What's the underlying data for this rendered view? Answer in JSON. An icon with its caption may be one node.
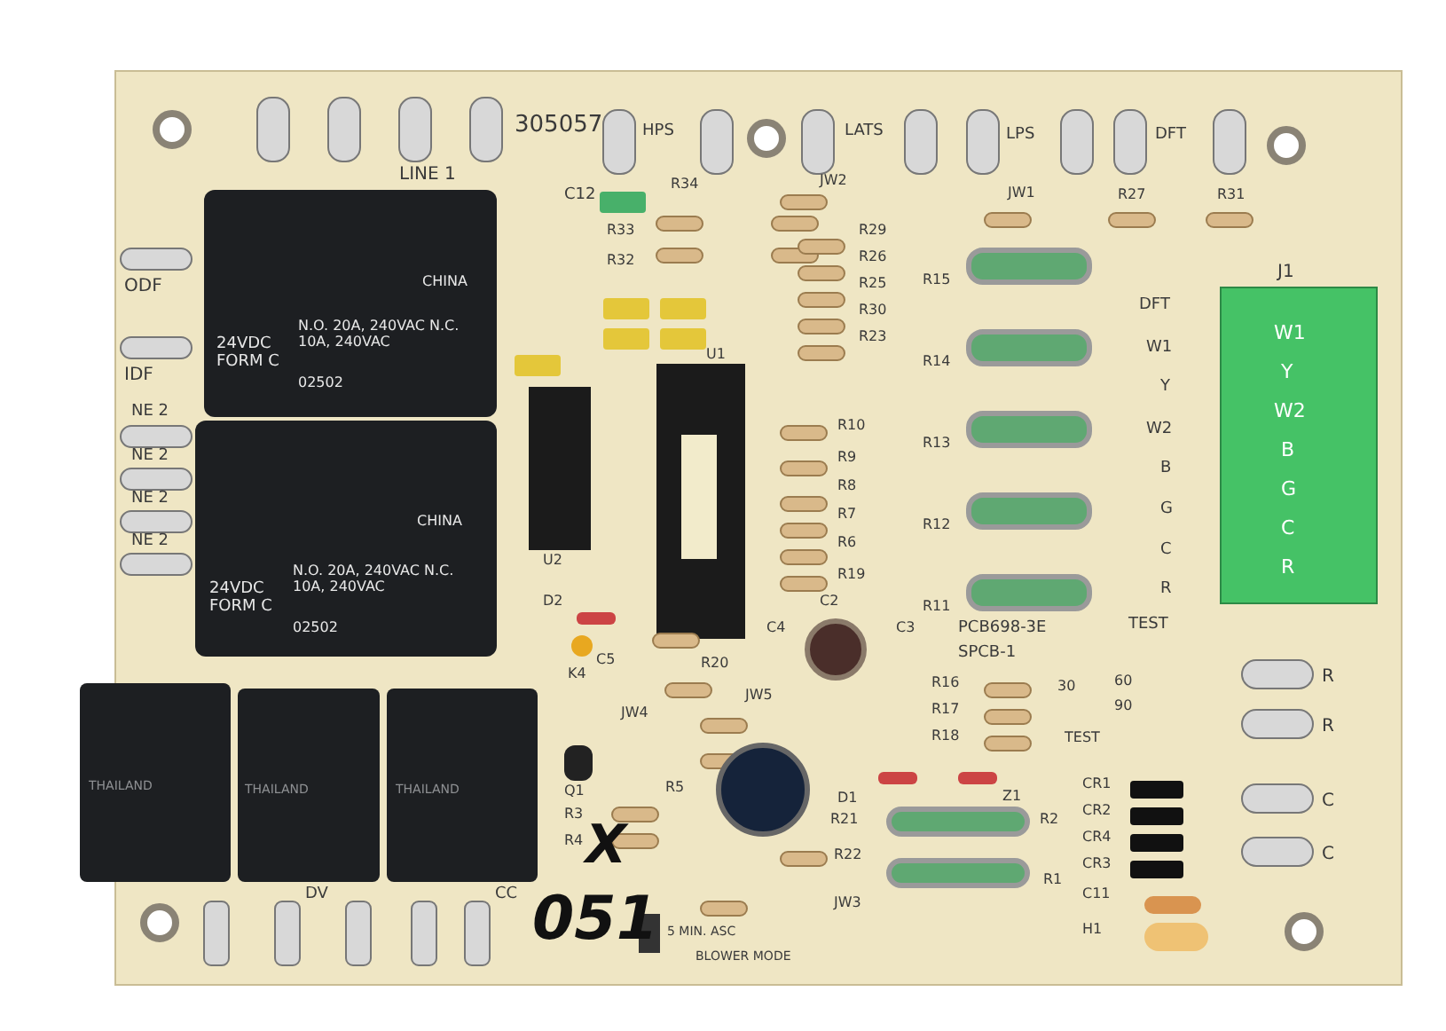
{
  "diagram": {
    "labels": [
      "305057",
      "HPS",
      "LATS",
      "LPS",
      "DFT",
      "LINE 1",
      "C12",
      "R34",
      "R33",
      "R32",
      "R29",
      "R26",
      "R25",
      "R30",
      "R23",
      "JW2",
      "JW1",
      "R27",
      "R31",
      "ODF",
      "IDF",
      "U1",
      "J1",
      "R15",
      "R14",
      "R13",
      "R12",
      "R11",
      "DFT",
      "W1",
      "Y",
      "W2",
      "B",
      "G",
      "C",
      "R",
      "TEST",
      "R",
      "C",
      "G",
      "B",
      "W2",
      "Y",
      "W1",
      "24VDC FORM C",
      "N.O. 20A, 240VAC N.C. 10A, 240VAC",
      "CHINA",
      "02502",
      "24VDC FORM C",
      "N.O. 20A, 240VAC N.C. 10A, 240VAC",
      "CHINA",
      "02502",
      "NE 2",
      "NE 2",
      "NE 2",
      "NE 2",
      "U2",
      "D2",
      "C5",
      "K4",
      "R10",
      "R9",
      "R8",
      "R7",
      "R6",
      "R19",
      "C4",
      "C2",
      "C3",
      "PCB698-3E",
      "SPCB-1",
      "R16",
      "R17",
      "R18",
      "TEST",
      "30",
      "60",
      "90",
      "R",
      "R",
      "C",
      "C",
      "Q1",
      "JW4",
      "R5",
      "R3",
      "R4",
      "JW5",
      "R20",
      "D1",
      "Z1",
      "R21",
      "R2",
      "R1",
      "R22",
      "JW3",
      "CR1",
      "CR2",
      "CR4",
      "CR3",
      "C11",
      "H1",
      "THAILAND",
      "THAILAND",
      "THAILAND",
      "DV",
      "CC",
      "5 MIN. ASC",
      "BLOWER MODE",
      "X",
      "051"
    ]
  }
}
